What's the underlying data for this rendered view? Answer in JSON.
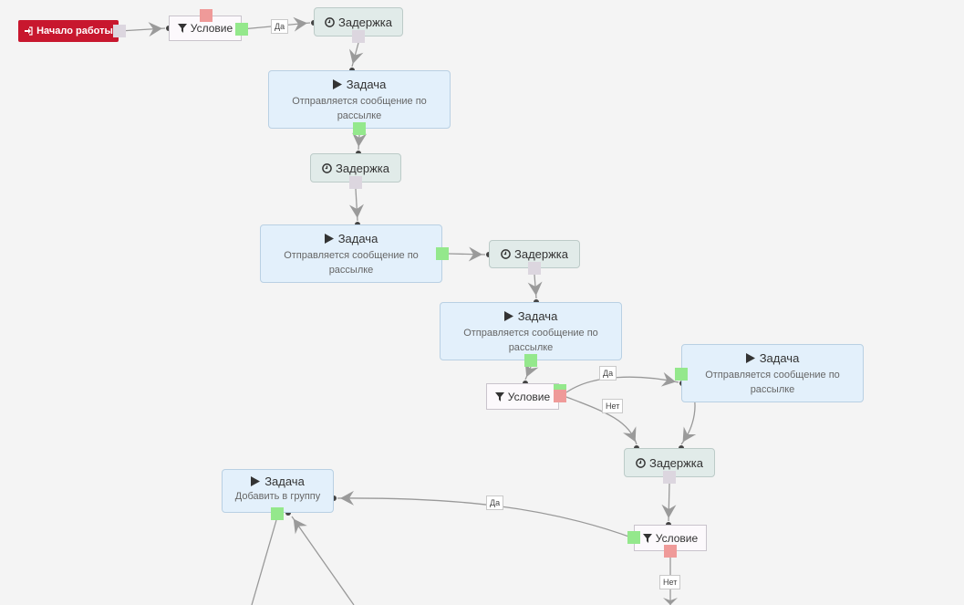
{
  "nodes": [
    {
      "id": "start",
      "type": "start",
      "label": "Начало работы",
      "icon": "sign-in-icon"
    },
    {
      "id": "cond1",
      "type": "condition",
      "label": "Условие",
      "icon": "filter-icon"
    },
    {
      "id": "delay1",
      "type": "delay",
      "label": "Задержка",
      "icon": "clock-icon"
    },
    {
      "id": "task1",
      "type": "task",
      "title": "Задача",
      "desc": "Отправляется сообщение по рассылке",
      "icon": "play-icon"
    },
    {
      "id": "delay2",
      "type": "delay",
      "label": "Задержка",
      "icon": "clock-icon"
    },
    {
      "id": "task2",
      "type": "task",
      "title": "Задача",
      "desc": "Отправляется сообщение по рассылке",
      "icon": "play-icon"
    },
    {
      "id": "delay3",
      "type": "delay",
      "label": "Задержка",
      "icon": "clock-icon"
    },
    {
      "id": "task3",
      "type": "task",
      "title": "Задача",
      "desc": "Отправляется сообщение по рассылке",
      "icon": "play-icon"
    },
    {
      "id": "task4",
      "type": "task",
      "title": "Задача",
      "desc": "Отправляется сообщение по рассылке",
      "icon": "play-icon"
    },
    {
      "id": "cond2",
      "type": "condition",
      "label": "Условие",
      "icon": "filter-icon"
    },
    {
      "id": "delay4",
      "type": "delay",
      "label": "Задержка",
      "icon": "clock-icon"
    },
    {
      "id": "task5",
      "type": "task",
      "title": "Задача",
      "desc": "Добавить в группу",
      "icon": "play-icon"
    },
    {
      "id": "cond3",
      "type": "condition",
      "label": "Условие",
      "icon": "filter-icon"
    }
  ],
  "edges": [
    {
      "from": "start",
      "to": "cond1",
      "label": ""
    },
    {
      "from": "cond1",
      "to": "delay1",
      "label": "Да"
    },
    {
      "from": "delay1",
      "to": "task1",
      "label": ""
    },
    {
      "from": "task1",
      "to": "delay2",
      "label": ""
    },
    {
      "from": "delay2",
      "to": "task2",
      "label": ""
    },
    {
      "from": "task2",
      "to": "delay3",
      "label": ""
    },
    {
      "from": "delay3",
      "to": "task3",
      "label": ""
    },
    {
      "from": "task3",
      "to": "cond2",
      "label": ""
    },
    {
      "from": "cond2",
      "to": "task4",
      "label": "Да"
    },
    {
      "from": "cond2",
      "to": "delay4",
      "label": "Нет"
    },
    {
      "from": "task4",
      "to": "delay4",
      "label": ""
    },
    {
      "from": "delay4",
      "to": "cond3",
      "label": ""
    },
    {
      "from": "cond3",
      "to": "task5",
      "label": "Да"
    },
    {
      "from": "cond3",
      "to": "offscreen",
      "label": "Нет"
    }
  ],
  "colors": {
    "start": "#c8172e",
    "task": "#e3f0fb",
    "delay": "#e1ebe9",
    "condition": "#fcf9fc",
    "port_success": "#94e88c",
    "port_fail": "#ef9a99",
    "port_neutral": "#dcd6df",
    "edge": "#999999"
  }
}
